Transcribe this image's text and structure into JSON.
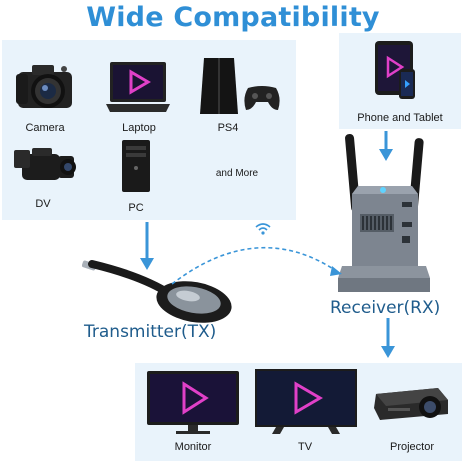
{
  "title": "Wide Compatibility",
  "sources": {
    "camera": "Camera",
    "laptop": "Laptop",
    "ps4": "PS4",
    "dv": "DV",
    "pc": "PC",
    "more": "and More"
  },
  "phone_tablet": "Phone and Tablet",
  "transmitter": "Transmitter(TX)",
  "receiver": "Receiver(RX)",
  "outputs": {
    "monitor": "Monitor",
    "tv": "TV",
    "projector": "Projector"
  },
  "colors": {
    "title": "#2f8fd6",
    "panel": "#e9f3fb",
    "arrow": "#3a95d8",
    "label_dark": "#1f5c8c"
  },
  "icons": [
    "camera-icon",
    "laptop-icon",
    "ps4-icon",
    "controller-icon",
    "camcorder-icon",
    "pc-tower-icon",
    "tablet-icon",
    "phone-icon",
    "receiver-icon",
    "transmitter-icon",
    "monitor-icon",
    "tv-icon",
    "projector-icon",
    "wifi-icon",
    "arrow-down-icon"
  ]
}
